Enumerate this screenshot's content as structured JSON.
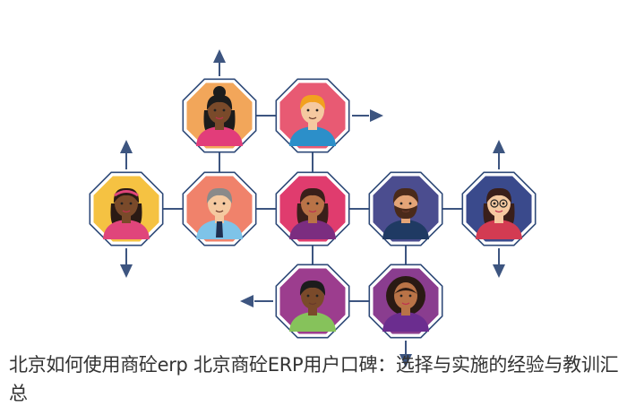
{
  "caption": "北京如何使用商砼erp 北京商砼ERP用户口碑：选择与实施的经验与教训汇总",
  "colors": {
    "line": "#3d5580",
    "frame": "#2f4a78"
  },
  "nodes": [
    {
      "name": "node-woman-braid",
      "fill": "#f2a65a",
      "avatar": "woman-dark-bun"
    },
    {
      "name": "node-man-blond",
      "fill": "#e85a73",
      "avatar": "man-blond"
    },
    {
      "name": "node-woman-headband",
      "fill": "#f5c242",
      "avatar": "woman-headband"
    },
    {
      "name": "node-man-tie",
      "fill": "#f0826b",
      "avatar": "man-tie"
    },
    {
      "name": "node-woman-center",
      "fill": "#e03c6e",
      "avatar": "woman-brown"
    },
    {
      "name": "node-man-beard",
      "fill": "#4b4d8f",
      "avatar": "man-beard"
    },
    {
      "name": "node-woman-glasses",
      "fill": "#3a4a8c",
      "avatar": "woman-glasses"
    },
    {
      "name": "node-man-green",
      "fill": "#9c3d8e",
      "avatar": "man-green-shirt"
    },
    {
      "name": "node-woman-curly",
      "fill": "#8a3d8f",
      "avatar": "woman-curly"
    }
  ],
  "arrows": [
    "up",
    "right",
    "up",
    "down",
    "up",
    "down",
    "left",
    "down"
  ]
}
